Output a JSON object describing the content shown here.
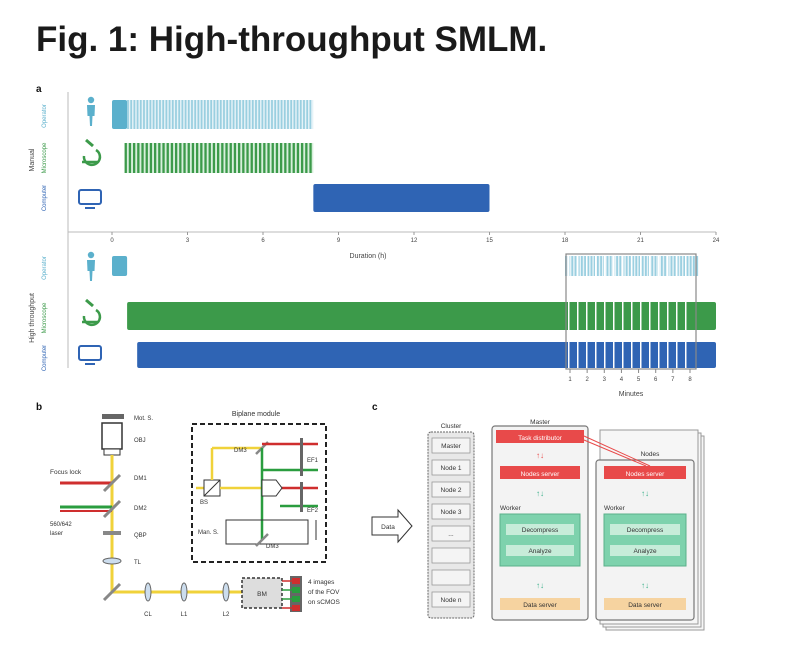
{
  "title": "Fig. 1: High-throughput SMLM.",
  "colors": {
    "operator": "#5bb0cc",
    "microscope": "#3c9a4a",
    "computer": "#2f64b4",
    "yellow": "#f0d23a",
    "red": "#cf2e2e",
    "green": "#2a9d3f"
  },
  "panel_a": {
    "label": "a",
    "group_manual": "Manual",
    "group_ht": "High throughput",
    "row_labels": [
      "Operator",
      "Microscope",
      "Computer"
    ],
    "icons": [
      "person-icon",
      "microscope-icon",
      "monitor-icon"
    ],
    "xlabel": "Duration (h)",
    "xticks": [
      "0",
      "3",
      "6",
      "9",
      "12",
      "15",
      "18",
      "21",
      "24"
    ],
    "minutes_ticks": [
      "1",
      "2",
      "3",
      "4",
      "5",
      "6",
      "7",
      "8"
    ],
    "minutes_label": "Minutes"
  },
  "chart_data": {
    "type": "bar",
    "xlabel": "Duration (h)",
    "xlim": [
      0,
      24
    ],
    "groups": [
      {
        "name": "Manual",
        "rows": [
          {
            "name": "Operator",
            "solid": [
              0,
              0.6
            ],
            "hatched": [
              0.6,
              8
            ]
          },
          {
            "name": "Microscope",
            "hatched": [
              0.5,
              8
            ]
          },
          {
            "name": "Computer",
            "solid": [
              8,
              15
            ]
          }
        ]
      },
      {
        "name": "High throughput",
        "rows": [
          {
            "name": "Operator",
            "solid": [
              0,
              0.6
            ],
            "hatched": [
              18,
              23.3
            ]
          },
          {
            "name": "Microscope",
            "solid": [
              0.6,
              24
            ]
          },
          {
            "name": "Computer",
            "solid": [
              1,
              24
            ]
          }
        ]
      }
    ]
  },
  "panel_b": {
    "label": "b",
    "module_title": "Biplane module",
    "labels": {
      "mot": "Mot. S.",
      "obj": "OBJ",
      "focus": "Focus lock",
      "dm1": "DM1",
      "dm2": "DM2",
      "laser1": "560/642",
      "laser2": "laser",
      "qbp": "QBP",
      "tl": "TL",
      "cl": "CL",
      "l1": "L1",
      "l2": "L2",
      "bm": "BM",
      "dm3": "DM3",
      "bs": "BS",
      "man": "Man. S.",
      "dm3b": "DM3",
      "ef1": "EF1",
      "ef2": "EF2",
      "note1": "4 images",
      "note2": "of the FOV",
      "note3": "on sCMOS"
    }
  },
  "panel_c": {
    "label": "c",
    "cluster_title": "Cluster",
    "cluster_nodes": [
      "Master",
      "Node 1",
      "Node 2",
      "Node 3",
      "...",
      "",
      "",
      "Node n"
    ],
    "data_label": "Data",
    "master_title": "Master",
    "nodes_title": "Nodes",
    "task_distributor": "Task distributor",
    "nodes_server": "Nodes server",
    "worker": "Worker",
    "decompress": "Decompress",
    "analyze": "Analyze",
    "data_server": "Data server"
  }
}
